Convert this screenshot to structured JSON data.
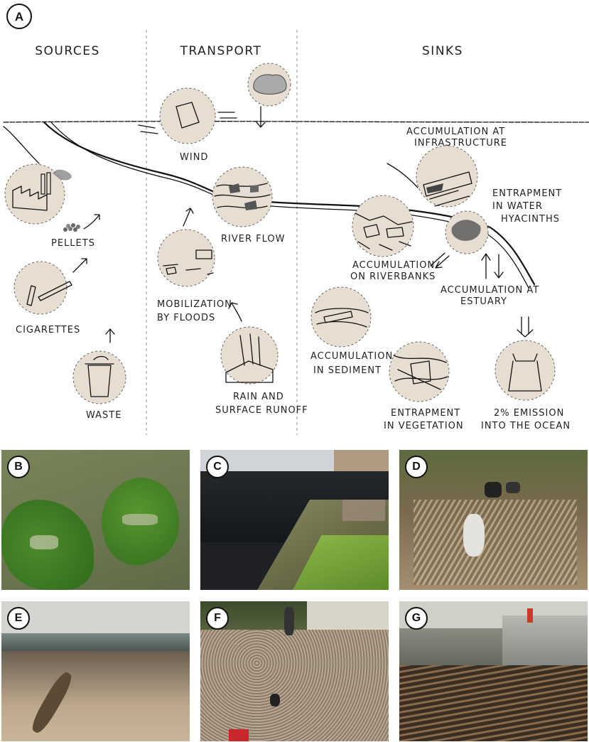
{
  "panel_a": {
    "letter": "A",
    "columns": {
      "sources": "SOURCES",
      "transport": "TRANSPORT",
      "sinks": "SINKS"
    },
    "labels": {
      "wind": "WIND",
      "river_flow": "RIVER FLOW",
      "pellets": "PELLETS",
      "cigarettes": "CIGARETTES",
      "waste": "WASTE",
      "mobilization_1": "MOBILIZATION",
      "mobilization_2": "BY FLOODS",
      "rain_1": "RAIN AND",
      "rain_2": "SURFACE RUNOFF",
      "infra_1": "ACCUMULATION AT",
      "infra_2": "INFRASTRUCTURE",
      "hyacinth_1": "ENTRAPMENT",
      "hyacinth_2": "IN WATER",
      "hyacinth_3": "HYACINTHS",
      "riverbanks_1": "ACCUMULATION",
      "riverbanks_2": "ON RIVERBANKS",
      "estuary_1": "ACCUMULATION AT",
      "estuary_2": "ESTUARY",
      "sediment_1": "ACCUMULATION",
      "sediment_2": "IN SEDIMENT",
      "vegetation_1": "ENTRAPMENT",
      "vegetation_2": "IN VEGETATION",
      "ocean_1": "2% EMISSION",
      "ocean_2": "INTO THE OCEAN"
    }
  },
  "photos": [
    {
      "letter": "B"
    },
    {
      "letter": "C"
    },
    {
      "letter": "D"
    },
    {
      "letter": "E"
    },
    {
      "letter": "F"
    },
    {
      "letter": "G"
    }
  ],
  "colors": {
    "bubble_fill": "#e7ddd0",
    "ink": "#111111"
  }
}
